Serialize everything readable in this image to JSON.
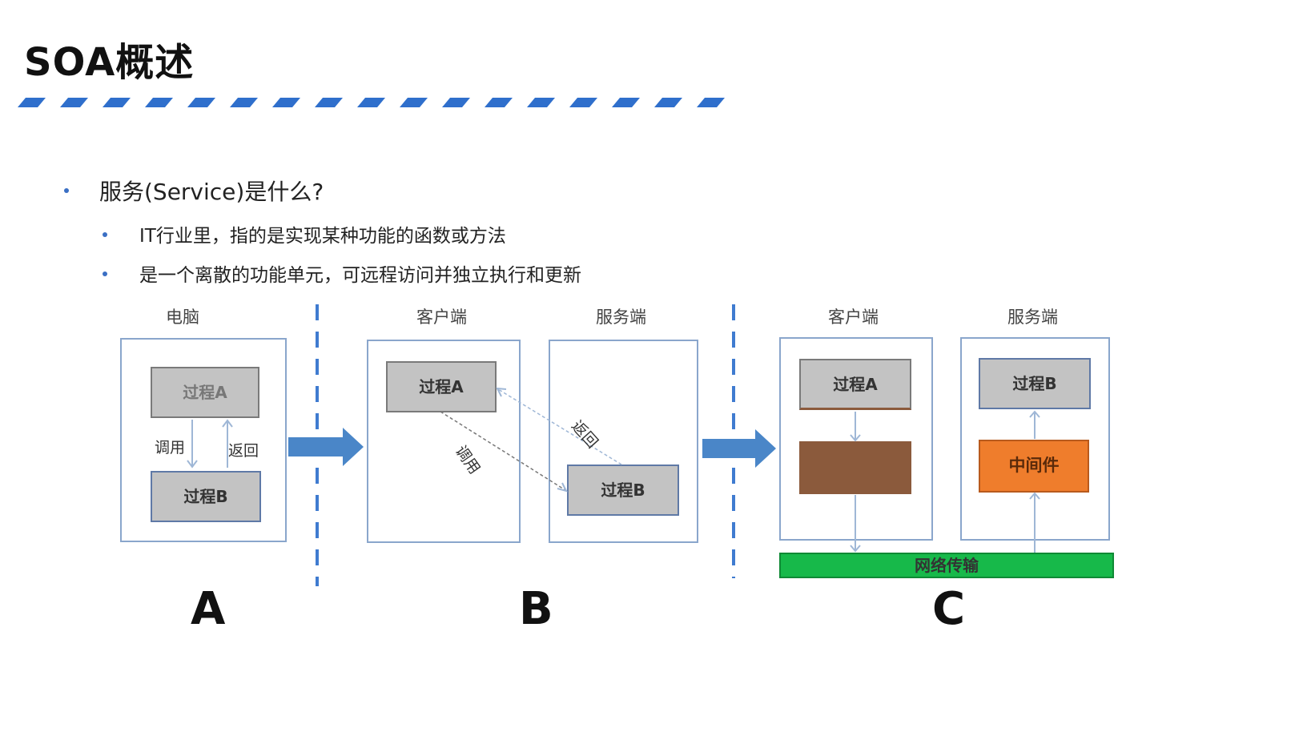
{
  "title": "SOA概述",
  "bullets": {
    "main": "服务(Service)是什么?",
    "sub1": "IT行业里，指的是实现某种功能的函数或方法",
    "sub2": "是一个离散的功能单元，可远程访问并独立执行和更新"
  },
  "diagram": {
    "section_a": {
      "header": "电脑",
      "process_a": "过程A",
      "process_b": "过程B",
      "call": "调用",
      "return": "返回",
      "label": "A"
    },
    "section_b": {
      "client_header": "客户端",
      "server_header": "服务端",
      "process_a": "过程A",
      "process_b": "过程B",
      "call": "调用",
      "return": "返回",
      "label": "B"
    },
    "section_c": {
      "client_header": "客户端",
      "server_header": "服务端",
      "process_a": "过程A",
      "process_b": "过程B",
      "middleware": "中间件",
      "network": "网络传输",
      "label": "C"
    }
  },
  "colors": {
    "accent_blue": "#2f6fcc",
    "arrow_blue": "#4a86c8",
    "box_border": "#8aa6cc",
    "process_gray": "#c3c3c3",
    "client_mid_brown": "#8b5a3c",
    "middleware_orange": "#ef7d2c",
    "network_green": "#17b94a"
  }
}
